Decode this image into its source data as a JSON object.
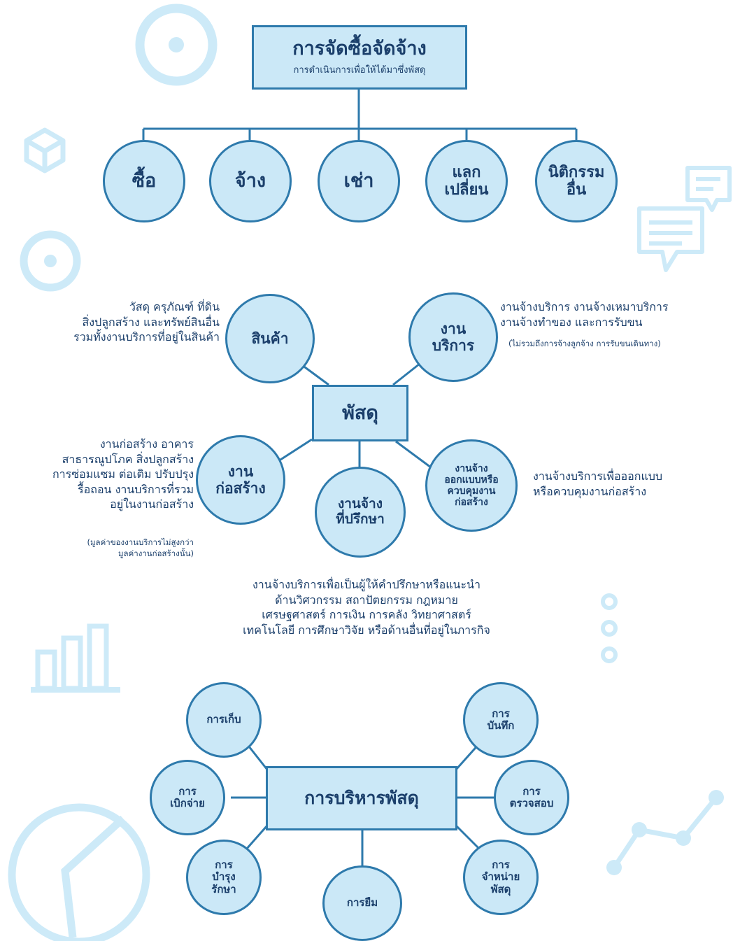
{
  "section1": {
    "title": "การจัดซื้อจัดจ้าง",
    "subtitle": "การดำเนินการเพื่อให้ได้มาซึ่งพัสดุ",
    "items": [
      "ซื้อ",
      "จ้าง",
      "เช่า",
      "แลก\nเปลี่ยน",
      "นิติกรรม\nอื่น"
    ]
  },
  "section2": {
    "center": "พัสดุ",
    "goods": {
      "label": "สินค้า",
      "desc": "วัสดุ ครุภัณฑ์ ที่ดิน\nสิ่งปลูกสร้าง และทรัพย์สินอื่น\nรวมทั้งงานบริการที่อยู่ในสินค้า"
    },
    "service": {
      "label": "งาน\nบริการ",
      "desc": "งานจ้างบริการ งานจ้างเหมาบริการ\nงานจ้างทำของ และการรับขน",
      "note": "(ไม่รวมถึงการจ้างลูกจ้าง การรับขนเดินทาง)"
    },
    "construction": {
      "label": "งาน\nก่อสร้าง",
      "desc": "งานก่อสร้าง อาคาร\nสาธารณูปโภค สิ่งปลูกสร้าง\nการซ่อมแซม ต่อเติม ปรับปรุง\nรื้อถอน งานบริการที่รวม\nอยู่ในงานก่อสร้าง",
      "note": "(มูลค่าของงานบริการไม่สูงกว่า\nมูลค่างานก่อสร้างนั้น)"
    },
    "consultant": {
      "label": "งานจ้าง\nที่ปรึกษา",
      "desc": "งานจ้างบริการเพื่อเป็นผู้ให้คำปรึกษาหรือแนะนำ\nด้านวิศวกรรม สถาปัตยกรรม กฎหมาย\nเศรษฐศาสตร์ การเงิน การคลัง วิทยาศาสตร์\nเทคโนโลยี การศึกษาวิจัย หรือด้านอื่นที่อยู่ในภารกิจ"
    },
    "design": {
      "label": "งานจ้าง\nออกแบบหรือ\nควบคุมงาน\nก่อสร้าง",
      "desc": "งานจ้างบริการเพื่อออกแบบ\nหรือควบคุมงานก่อสร้าง"
    }
  },
  "section3": {
    "center": "การบริหารพัสดุ",
    "items": {
      "keep": "การเก็บ",
      "record": "การ\nบันทึก",
      "withdraw": "การ\nเบิกจ่าย",
      "inspect": "การ\nตรวจสอบ",
      "maintain": "การ\nบำรุง\nรักษา",
      "borrow": "การยืม",
      "dispose": "การ\nจำหน่าย\nพัสดุ"
    }
  },
  "colors": {
    "fill": "#cbe8f7",
    "stroke": "#2e7aac",
    "text": "#1b3f6b",
    "deco": "#cdeaf8"
  },
  "icons": [
    "target-icon",
    "cube-icon",
    "chat-bubbles-icon",
    "dots-icon",
    "bar-chart-icon",
    "pie-chart-icon",
    "line-chart-icon"
  ]
}
